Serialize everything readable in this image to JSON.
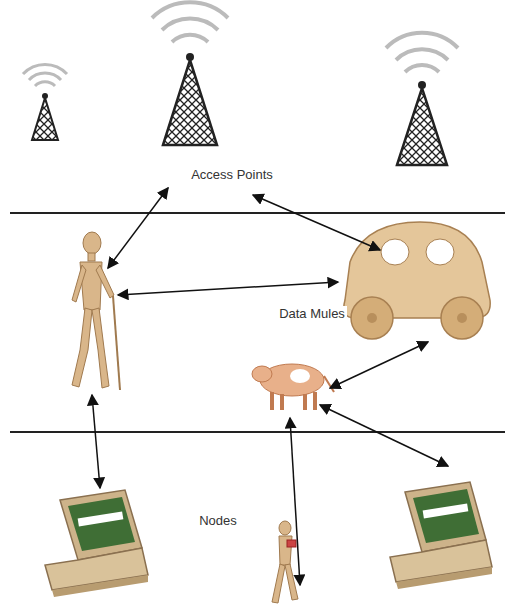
{
  "diagram": {
    "labels": [
      "Access Points",
      "Data Mules",
      "Nodes"
    ]
  }
}
